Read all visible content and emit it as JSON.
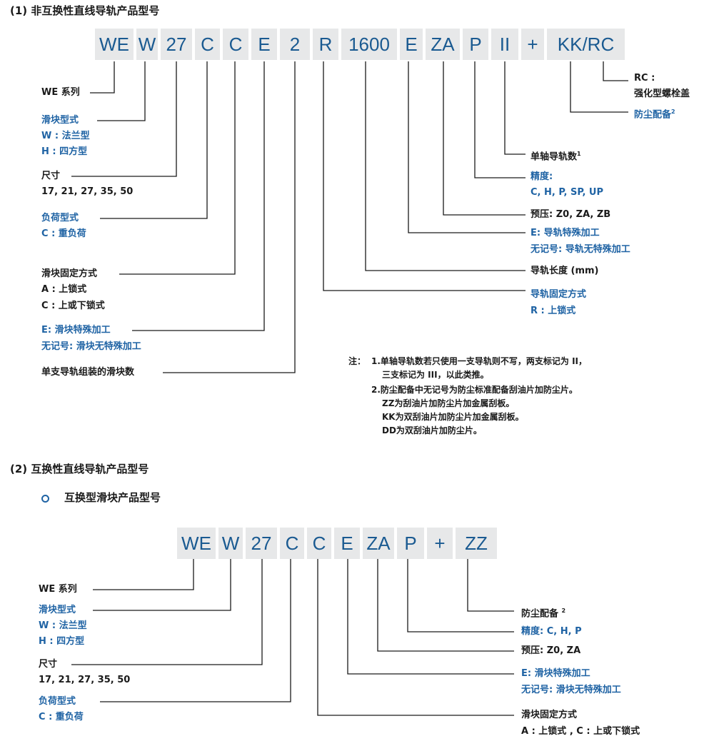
{
  "section1": {
    "title": "(1) 非互换性直线导轨产品型号",
    "code": [
      "WE",
      "W",
      "27",
      "C",
      "C",
      "E",
      "2",
      "R",
      "1600",
      "E",
      "ZA",
      "P",
      "II",
      "+",
      "KK/RC"
    ],
    "labels": {
      "series": "WE 系列",
      "block_type": "滑块型式",
      "block_type_w": "W : 法兰型",
      "block_type_h": "H : 四方型",
      "size": "尺寸",
      "size_values": "17, 21, 27, 35, 50",
      "load_type": "负荷型式",
      "load_type_c": "C : 重负荷",
      "block_fix": "滑块固定方式",
      "block_fix_a": "A : 上锁式",
      "block_fix_c": "C : 上或下锁式",
      "block_special": "E: 滑块特殊加工",
      "block_special_none": "无记号: 滑块无特殊加工",
      "blocks_per_rail": "单支导轨组装的滑块数",
      "rc": "RC :",
      "rc_desc": "强化型螺栓盖",
      "dust": "防尘配备",
      "dust_sup": "2",
      "rails_per_axis": "单轴导轨数",
      "rails_sup": "1",
      "precision": "精度:",
      "precision_values": "C, H, P, SP, UP",
      "preload": "预压: Z0, ZA, ZB",
      "rail_special": "E: 导轨特殊加工",
      "rail_special_none": "无记号: 导轨无特殊加工",
      "rail_length": "导轨长度 (mm)",
      "rail_fix": "导轨固定方式",
      "rail_fix_r": "R : 上锁式"
    },
    "notes": {
      "prefix": "注：",
      "n1a": "1.单轴导轨数若只使用一支导轨则不写，两支标记为 II，",
      "n1b": "三支标记为 III，以此类推。",
      "n2a": "2.防尘配备中无记号为防尘标准配备刮油片加防尘片。",
      "n2b": "ZZ为刮油片加防尘片加金属刮板。",
      "n2c": "KK为双刮油片加防尘片加金属刮板。",
      "n2d": "DD为双刮油片加防尘片。"
    }
  },
  "section2": {
    "title": "(2) 互换性直线导轨产品型号",
    "subtitle": "互换型滑块产品型号",
    "code": [
      "WE",
      "W",
      "27",
      "C",
      "C",
      "E",
      "ZA",
      "P",
      "+",
      "ZZ"
    ],
    "labels": {
      "series": "WE 系列",
      "block_type": "滑块型式",
      "block_type_w": "W : 法兰型",
      "block_type_h": "H : 四方型",
      "size": "尺寸",
      "size_values": "17, 21, 27, 35, 50",
      "load_type": "负荷型式",
      "load_type_c": "C : 重负荷",
      "dust": "防尘配备",
      "dust_sup": "2",
      "precision": "精度: C, H, P",
      "preload": "预压: Z0, ZA",
      "block_special": "E: 滑块特殊加工",
      "block_special_none": "无记号: 滑块无特殊加工",
      "block_fix": "滑块固定方式",
      "block_fix_ac": "A : 上锁式 , C : 上或下锁式"
    }
  },
  "colors": {
    "code_text": "#1a5a91",
    "code_bg": "#e7e8e9",
    "blue_label": "#1f63a4",
    "black_label": "#1a1a1a"
  }
}
